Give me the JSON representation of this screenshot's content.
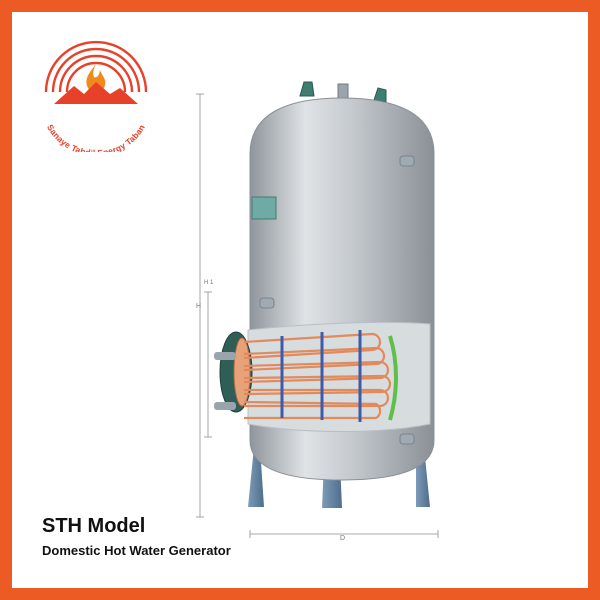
{
  "brand": {
    "company_name": "Sanaye Tabdil Energy Taban",
    "accent_color": "#ec5b24",
    "logo_color": "#e8412a"
  },
  "product": {
    "model": "STH Model",
    "description": "Domestic Hot Water Generator"
  },
  "drawing": {
    "dimension_height_label": "H",
    "dimension_h1_label": "H 1",
    "dimension_diameter_label": "D"
  }
}
